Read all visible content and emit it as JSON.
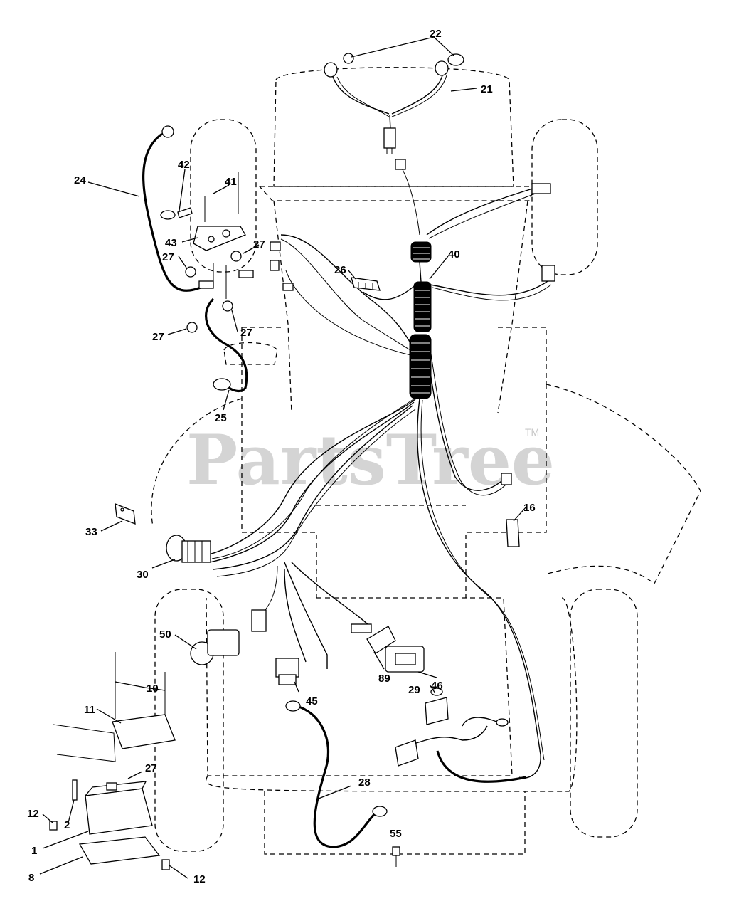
{
  "watermark": {
    "text": "PartsTree",
    "trademark": "TM"
  },
  "callouts": [
    "22",
    "21",
    "24",
    "42",
    "41",
    "43",
    "27",
    "27",
    "40",
    "26",
    "27",
    "27",
    "25",
    "33",
    "16",
    "30",
    "50",
    "10",
    "11",
    "89",
    "46",
    "29",
    "45",
    "27",
    "28",
    "12",
    "2",
    "1",
    "8",
    "12",
    "55"
  ]
}
